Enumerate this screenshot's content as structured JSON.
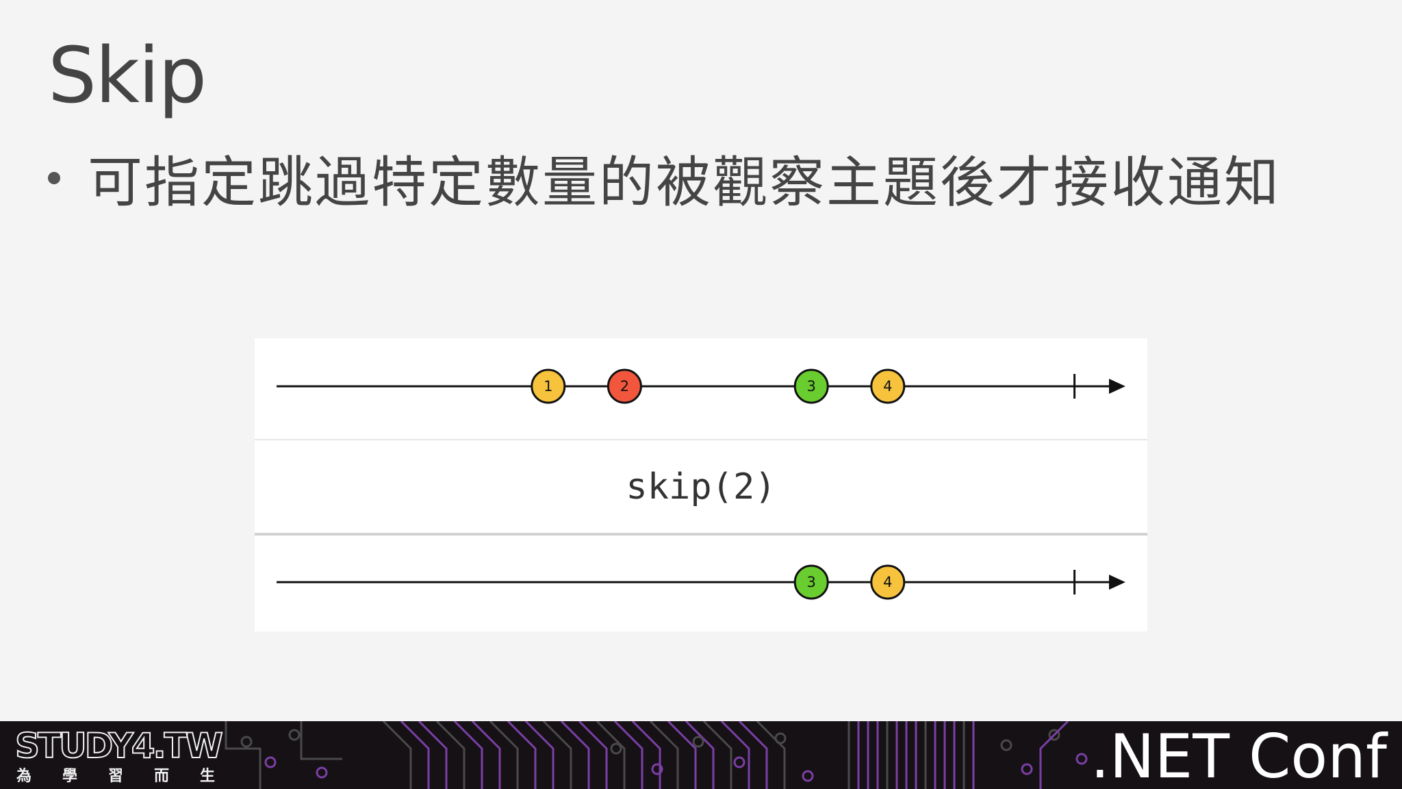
{
  "slide": {
    "title": "Skip",
    "bullet": "可指定跳過特定數量的被觀察主題後才接收通知"
  },
  "diagram": {
    "operator_label": "skip(2)",
    "input_marbles": [
      {
        "label": "1",
        "time": 0.32,
        "color": "#f7c33d"
      },
      {
        "label": "2",
        "time": 0.41,
        "color": "#f2573d"
      },
      {
        "label": "3",
        "time": 0.63,
        "color": "#69cc2f"
      },
      {
        "label": "4",
        "time": 0.72,
        "color": "#f7c33d"
      }
    ],
    "output_marbles": [
      {
        "label": "3",
        "time": 0.63,
        "color": "#69cc2f"
      },
      {
        "label": "4",
        "time": 0.72,
        "color": "#f7c33d"
      }
    ],
    "completion_time": 0.94
  },
  "footer": {
    "logo_main": "STUDY4.TW",
    "logo_sub": [
      "為",
      "學",
      "習",
      "而",
      "生"
    ],
    "event_title": ".NET Conf"
  }
}
